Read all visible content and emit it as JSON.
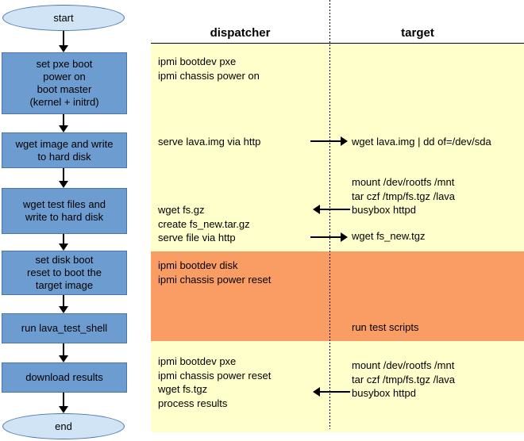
{
  "flowchart": {
    "start_label": "start",
    "end_label": "end",
    "steps": [
      {
        "lines": [
          "set pxe boot",
          "power on",
          "boot master",
          "(kernel + initrd)"
        ]
      },
      {
        "lines": [
          "wget image and write",
          "to hard disk"
        ]
      },
      {
        "lines": [
          "wget test files and",
          "write to hard disk"
        ]
      },
      {
        "lines": [
          "set disk boot",
          "reset to boot the",
          "target image"
        ]
      },
      {
        "lines": [
          "run lava_test_shell"
        ]
      },
      {
        "lines": [
          "download results"
        ]
      }
    ]
  },
  "sequence": {
    "dispatcher_header": "dispatcher",
    "target_header": "target",
    "dispatcher_blocks": [
      {
        "lines": [
          "ipmi bootdev pxe",
          "ipmi chassis power on"
        ]
      },
      {
        "lines": [
          "serve lava.img via http"
        ]
      },
      {
        "lines": [
          "wget fs.gz",
          "create fs_new.tar.gz",
          "serve file via http"
        ]
      },
      {
        "lines": [
          "ipmi bootdev disk",
          "ipmi chassis power reset"
        ]
      },
      {
        "lines": [
          "ipmi bootdev pxe",
          "ipmi chassis power reset",
          "wget fs.tgz",
          "process results"
        ]
      }
    ],
    "target_blocks": [
      {
        "lines": [
          "wget lava.img | dd of=/dev/sda"
        ]
      },
      {
        "lines": [
          "mount /dev/rootfs /mnt",
          "tar czf /tmp/fs.tgz /lava",
          "busybox httpd"
        ]
      },
      {
        "lines": [
          "wget fs_new.tgz"
        ]
      },
      {
        "lines": [
          "run test scripts"
        ]
      },
      {
        "lines": [
          "mount /dev/rootfs /mnt",
          "tar czf /tmp/fs.tgz /lava",
          "busybox httpd"
        ]
      }
    ]
  },
  "colors": {
    "phase_yellow": "#FFFFCC",
    "phase_orange": "#FA9D64",
    "node_fill": "#6D9CD1",
    "node_border": "#4A76AC",
    "terminal_fill": "#D0E4F6",
    "line_color": "#000000"
  }
}
